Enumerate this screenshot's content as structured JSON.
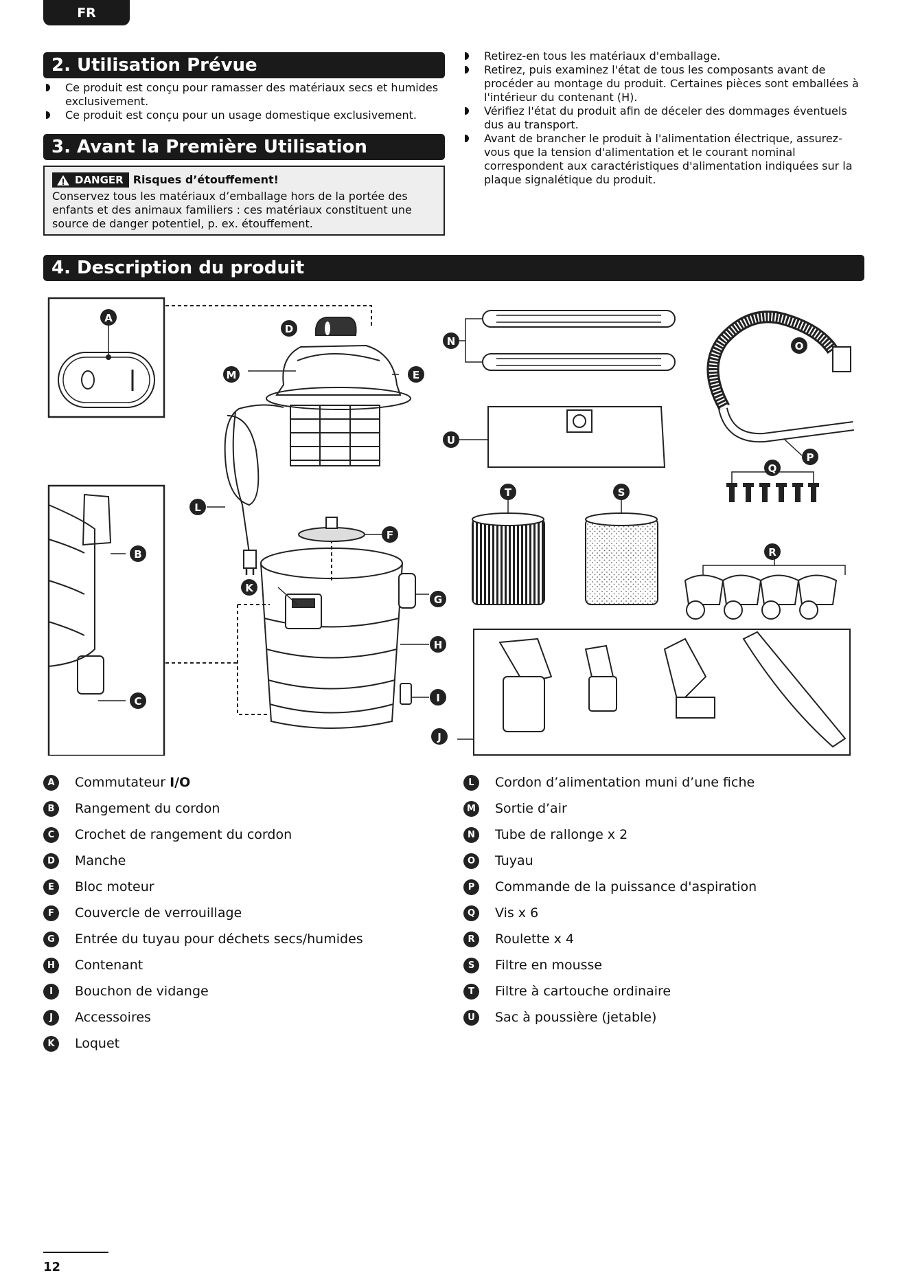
{
  "lang_tab": "FR",
  "sec2": {
    "title": "2. Utilisation Prévue",
    "items": [
      "Ce produit est conçu pour ramasser des matériaux secs et humides exclusivement.",
      "Ce produit est conçu pour un usage domestique exclusivement."
    ]
  },
  "sec3": {
    "title": "3. Avant la Première Utilisation",
    "danger_label": "DANGER",
    "danger_title": "Risques d’étouffement!",
    "danger_text": "Conservez tous les matériaux d’emballage hors de la portée des enfants et des animaux familiers : ces matériaux constituent une source de danger potentiel, p. ex. étouffement.",
    "items": [
      "Retirez-en tous les matériaux d'emballage.",
      "Retirez, puis examinez l'état de tous les composants avant de procéder au montage du produit. Certaines pièces sont emballées à l'intérieur du contenant (H).",
      "Vérifiez l'état du produit afin de déceler des dommages éventuels dus au transport.",
      "Avant de brancher le produit à l'alimentation électrique, assurez-vous que la tension d'alimentation et le courant nominal correspondent aux caractéristiques d'alimentation indiquées sur la plaque signalétique du produit."
    ]
  },
  "sec4": {
    "title": "4. Description du produit",
    "switch_labels": {
      "on": "I",
      "off": "O"
    },
    "legend_left": [
      {
        "letter": "A",
        "label": "Commutateur ",
        "bold": "I/O"
      },
      {
        "letter": "B",
        "label": "Rangement du cordon"
      },
      {
        "letter": "C",
        "label": "Crochet de rangement du cordon"
      },
      {
        "letter": "D",
        "label": "Manche"
      },
      {
        "letter": "E",
        "label": "Bloc moteur"
      },
      {
        "letter": "F",
        "label": "Couvercle de verrouillage"
      },
      {
        "letter": "G",
        "label": "Entrée du tuyau pour déchets secs/humides"
      },
      {
        "letter": "H",
        "label": "Contenant"
      },
      {
        "letter": "I",
        "label": "Bouchon de vidange"
      },
      {
        "letter": "J",
        "label": "Accessoires"
      },
      {
        "letter": "K",
        "label": "Loquet"
      }
    ],
    "legend_right": [
      {
        "letter": "L",
        "label": "Cordon d’alimentation muni d’une fiche"
      },
      {
        "letter": "M",
        "label": "Sortie d’air"
      },
      {
        "letter": "N",
        "label": "Tube de rallonge x 2"
      },
      {
        "letter": "O",
        "label": "Tuyau"
      },
      {
        "letter": "P",
        "label": "Commande de la puissance d'aspiration"
      },
      {
        "letter": "Q",
        "label": "Vis x 6"
      },
      {
        "letter": "R",
        "label": "Roulette x 4"
      },
      {
        "letter": "S",
        "label": "Filtre en mousse"
      },
      {
        "letter": "T",
        "label": "Filtre à cartouche ordinaire"
      },
      {
        "letter": "U",
        "label": "Sac à poussière (jetable)"
      }
    ]
  },
  "page_number": "12"
}
